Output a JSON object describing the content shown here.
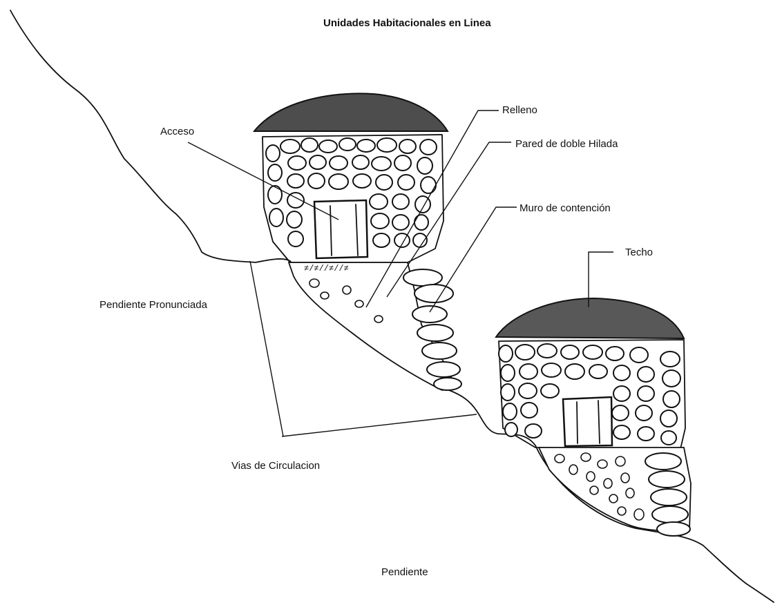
{
  "diagram": {
    "title": "Unidades Habitacionales en Linea",
    "labels": {
      "relleno": "Relleno",
      "acceso": "Acceso",
      "pared": "Pared de doble Hilada",
      "muro": "Muro de contención",
      "techo": "Techo",
      "pendiente_pronunciada": "Pendiente Pronunciada",
      "vias": "Vias de Circulacion",
      "pendiente": "Pendiente"
    }
  }
}
